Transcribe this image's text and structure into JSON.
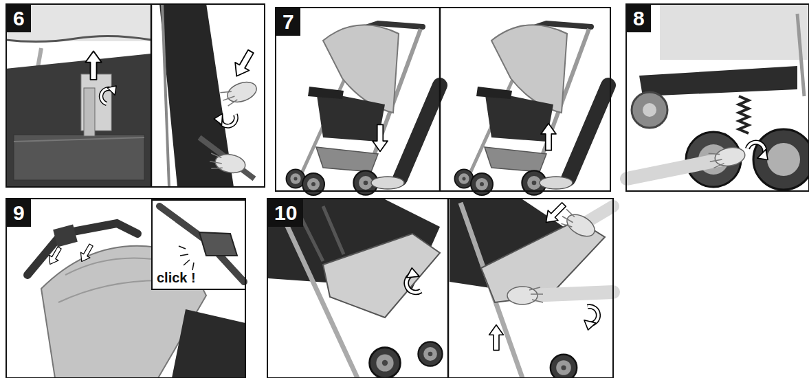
{
  "diagram": {
    "nodes": [
      {
        "text": [
          "6"
        ]
      },
      {
        "text": [
          "7"
        ]
      },
      {
        "text": [
          "8"
        ]
      },
      {
        "text": [
          "9"
        ]
      },
      {
        "text": [
          "click !"
        ],
        "in": 3
      },
      {
        "text": [
          "10"
        ]
      }
    ]
  }
}
